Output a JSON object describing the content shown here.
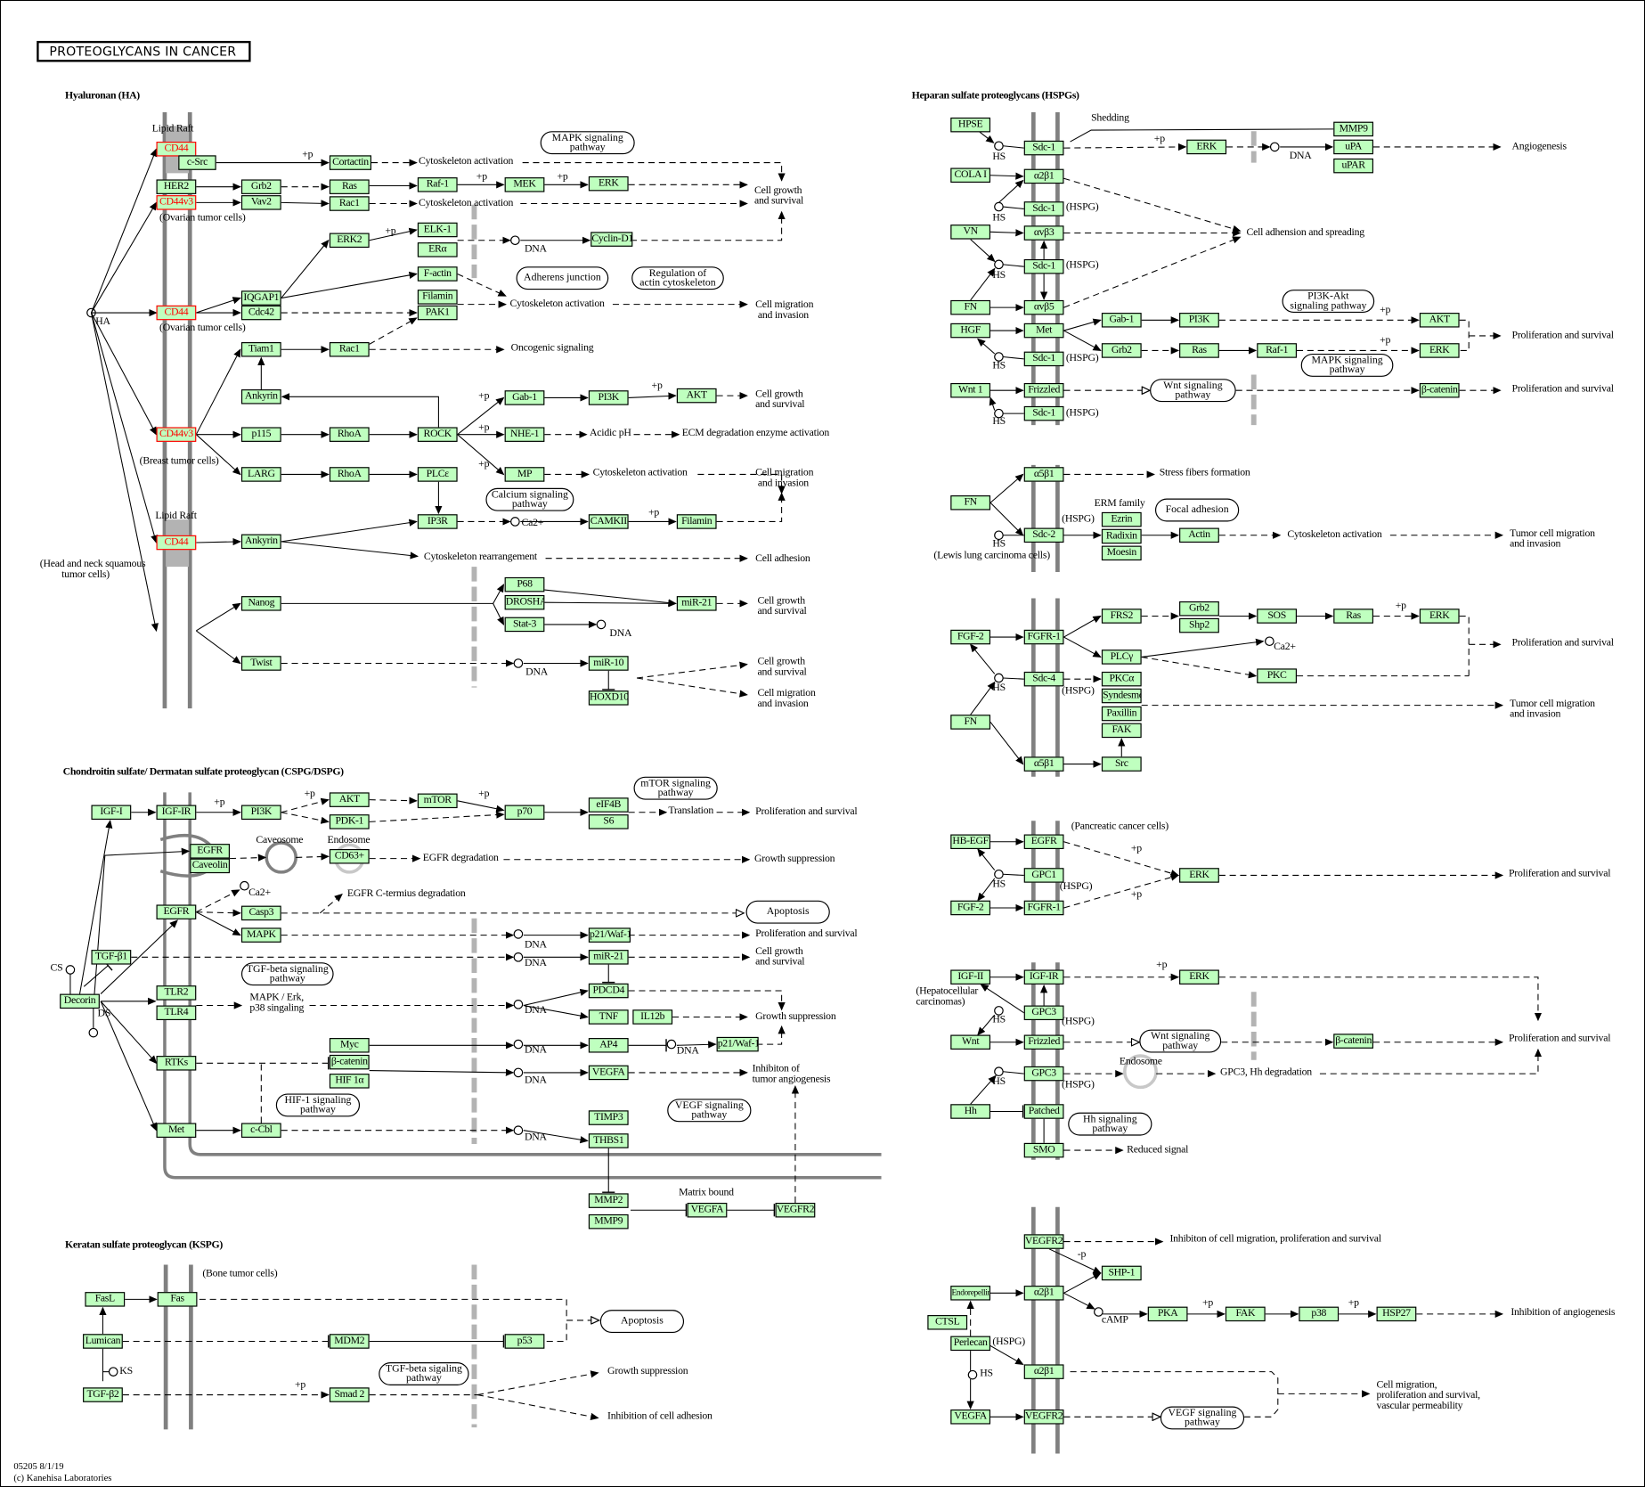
{
  "title": "PROTEOGLYCANS IN CANCER",
  "colors": {
    "gene_fill": "#bfffbf",
    "highlight": "#ff0000",
    "membrane": "#808080",
    "lipid_raft": "#b3b3b3"
  },
  "footer": {
    "id_date": "05205 8/1/19",
    "copyright": "(c) Kanehisa Laboratories"
  },
  "hyaluronan": {
    "heading": "Hyaluronan (HA)",
    "genes": [
      {
        "n": "CD44",
        "hl": true
      },
      {
        "n": "c-Src"
      },
      {
        "n": "HER2"
      },
      {
        "n": "CD44v3",
        "hl": true
      },
      {
        "n": "Grb2"
      },
      {
        "n": "Vav2"
      },
      {
        "n": "Cortactin"
      },
      {
        "n": "Ras"
      },
      {
        "n": "Rac1"
      },
      {
        "n": "Raf-1"
      },
      {
        "n": "MEK"
      },
      {
        "n": "ERK"
      },
      {
        "n": "ERK2"
      },
      {
        "n": "ELK-1"
      },
      {
        "n": "ERα"
      },
      {
        "n": "Cyclin-D1"
      },
      {
        "n": "F-actin"
      },
      {
        "n": "Filamin"
      },
      {
        "n": "PAK1"
      },
      {
        "n": "IQGAP1"
      },
      {
        "n": "Cdc42"
      },
      {
        "n": "CD44",
        "hl": true
      },
      {
        "n": "Tiam1"
      },
      {
        "n": "Rac1"
      },
      {
        "n": "Ankyrin"
      },
      {
        "n": "CD44v3",
        "hl": true
      },
      {
        "n": "p115"
      },
      {
        "n": "RhoA"
      },
      {
        "n": "ROCK"
      },
      {
        "n": "Gab-1"
      },
      {
        "n": "PI3K"
      },
      {
        "n": "AKT"
      },
      {
        "n": "NHE-1"
      },
      {
        "n": "LARG"
      },
      {
        "n": "RhoA"
      },
      {
        "n": "PLCε"
      },
      {
        "n": "MP"
      },
      {
        "n": "IP3R"
      },
      {
        "n": "CAMKII"
      },
      {
        "n": "Filamin"
      },
      {
        "n": "CD44",
        "hl": true
      },
      {
        "n": "Ankyrin"
      },
      {
        "n": "Nanog"
      },
      {
        "n": "P68"
      },
      {
        "n": "DROSHA"
      },
      {
        "n": "Stat-3"
      },
      {
        "n": "miR-21"
      },
      {
        "n": "Twist"
      },
      {
        "n": "miR-10"
      },
      {
        "n": "HOXD10"
      }
    ],
    "notes": [
      "Lipid Raft",
      "Lipid Raft",
      "(Ovarian tumor cells)",
      "(Ovarian tumor cells)",
      "(Breast tumor cells)",
      "(Head and neck squamous\n         tumor cells)",
      "HA",
      "Cytoskeleton activation",
      "Cytoskeleton activation",
      "Cell growth\nand survival",
      "DNA",
      "Cytoskeleton activation",
      "Cell migration\n and invasion",
      "Oncogenic signaling",
      "Cell growth\nand survival",
      "Acidic pH",
      "ECM degradation enzyme activation",
      "Cytoskeleton activation",
      "Cell migration\n and invasion",
      "Ca2+",
      "Cytoskeleton rearrangement",
      "Cell adhesion",
      "Cell growth\nand survival",
      "DNA",
      "DNA",
      "Cell growth\nand survival",
      "Cell migration\nand invasion",
      "+p",
      "+p",
      "+p",
      "+p",
      "+p",
      "+p",
      "+p",
      "+p",
      "+p"
    ],
    "pathways": [
      "MAPK signaling\npathway",
      "Adherens junction",
      "Regulation of\nactin cytoskeleton",
      "Calcium signaling\npathway"
    ]
  },
  "cspg": {
    "heading": "Chondroitin sulfate/ Dermatan sulfate proteoglycan (CSPG/DSPG)",
    "genes": [
      {
        "n": "IGF-I"
      },
      {
        "n": "IGF-IR"
      },
      {
        "n": "PI3K"
      },
      {
        "n": "AKT"
      },
      {
        "n": "PDK-1"
      },
      {
        "n": "mTOR"
      },
      {
        "n": "p70"
      },
      {
        "n": "eIF4B"
      },
      {
        "n": "S6"
      },
      {
        "n": "EGFR"
      },
      {
        "n": "Caveolin"
      },
      {
        "n": "CD63+"
      },
      {
        "n": "EGFR"
      },
      {
        "n": "Casp3"
      },
      {
        "n": "MAPK"
      },
      {
        "n": "p21/Waf-1"
      },
      {
        "n": "TGF-β1"
      },
      {
        "n": "miR-21"
      },
      {
        "n": "Decorin"
      },
      {
        "n": "TLR2"
      },
      {
        "n": "TLR4"
      },
      {
        "n": "PDCD4"
      },
      {
        "n": "TNF"
      },
      {
        "n": "IL12b"
      },
      {
        "n": "RTKs"
      },
      {
        "n": "Myc"
      },
      {
        "n": "β-catenin"
      },
      {
        "n": "HIF 1α"
      },
      {
        "n": "AP4"
      },
      {
        "n": "p21/Waf-1"
      },
      {
        "n": "VEGFA"
      },
      {
        "n": "Met"
      },
      {
        "n": "c-Cbl"
      },
      {
        "n": "TIMP3"
      },
      {
        "n": "THBS1"
      },
      {
        "n": "MMP2"
      },
      {
        "n": "MMP9"
      },
      {
        "n": "VEGFA"
      },
      {
        "n": "VEGFR2"
      }
    ],
    "notes": [
      "+p",
      "+p",
      "+p",
      "Translation",
      "Proliferation and survival",
      "Caveosome",
      "Endosome",
      "EGFR degradation",
      "Growth suppression",
      "Ca2+",
      "EGFR C-termius degradation",
      "Proliferation and survival",
      "DNA",
      "DNA",
      "Cell growth\nand survival",
      "CS",
      "DS",
      "MAPK / Erk,\np38 singaling",
      "DNA",
      "Growth suppression",
      "DNA",
      "DNA",
      "Inhibiton of\ntumor angiogenesis",
      "DNA",
      "DNA",
      "Matrix bound"
    ],
    "pathways": [
      "mTOR signaling\npathway",
      "Apoptosis",
      "TGF-beta signaling\npathway",
      "HIF-1 signaling\npathway",
      "VEGF signaling\npathway"
    ]
  },
  "kspg": {
    "heading": "Keratan sulfate proteoglycan (KSPG)",
    "genes": [
      {
        "n": "FasL"
      },
      {
        "n": "Fas"
      },
      {
        "n": "Lumican"
      },
      {
        "n": "MDM2"
      },
      {
        "n": "p53"
      },
      {
        "n": "TGF-β2"
      },
      {
        "n": "Smad 2"
      }
    ],
    "notes": [
      "(Bone tumor cells)",
      "KS",
      "+p",
      "Growth suppression",
      "Inhibition of cell adhesion"
    ],
    "pathways": [
      "Apoptosis",
      "TGF-beta sigaling\npathway"
    ]
  },
  "hspg": {
    "heading": "Heparan sulfate proteoglycans (HSPGs)",
    "genes": [
      {
        "n": "HPSE"
      },
      {
        "n": "Sdc-1"
      },
      {
        "n": "COLA I"
      },
      {
        "n": "α2β1"
      },
      {
        "n": "Sdc-1"
      },
      {
        "n": "VN"
      },
      {
        "n": "αvβ3"
      },
      {
        "n": "Sdc-1"
      },
      {
        "n": "FN"
      },
      {
        "n": "αvβ5"
      },
      {
        "n": "HGF"
      },
      {
        "n": "Met"
      },
      {
        "n": "Sdc-1"
      },
      {
        "n": "Wnt 1"
      },
      {
        "n": "Frizzled"
      },
      {
        "n": "Sdc-1"
      },
      {
        "n": "ERK"
      },
      {
        "n": "MMP9"
      },
      {
        "n": "uPA"
      },
      {
        "n": "uPAR"
      },
      {
        "n": "Gab-1"
      },
      {
        "n": "PI3K"
      },
      {
        "n": "AKT"
      },
      {
        "n": "Grb2"
      },
      {
        "n": "Ras"
      },
      {
        "n": "Raf-1"
      },
      {
        "n": "ERK"
      },
      {
        "n": "β-catenin"
      },
      {
        "n": "α5β1"
      },
      {
        "n": "FN"
      },
      {
        "n": "Sdc-2"
      },
      {
        "n": "Ezrin"
      },
      {
        "n": "Radixin"
      },
      {
        "n": "Moesin"
      },
      {
        "n": "Actin"
      },
      {
        "n": "FGF-2"
      },
      {
        "n": "FGFR-1"
      },
      {
        "n": "FRS2"
      },
      {
        "n": "Grb2"
      },
      {
        "n": "Shp2"
      },
      {
        "n": "SOS"
      },
      {
        "n": "Ras"
      },
      {
        "n": "ERK"
      },
      {
        "n": "PLCγ"
      },
      {
        "n": "PKC"
      },
      {
        "n": "Sdc-4"
      },
      {
        "n": "PKCα"
      },
      {
        "n": "Syndesmos"
      },
      {
        "n": "Paxillin"
      },
      {
        "n": "FAK"
      },
      {
        "n": "FN"
      },
      {
        "n": "α5β1"
      },
      {
        "n": "Src"
      },
      {
        "n": "HB-EGF"
      },
      {
        "n": "EGFR"
      },
      {
        "n": "GPC1"
      },
      {
        "n": "FGF-2"
      },
      {
        "n": "FGFR-1"
      },
      {
        "n": "ERK"
      },
      {
        "n": "IGF-II"
      },
      {
        "n": "IGF-IR"
      },
      {
        "n": "ERK"
      },
      {
        "n": "GPC3"
      },
      {
        "n": "Wnt"
      },
      {
        "n": "Frizzled"
      },
      {
        "n": "β-catenin"
      },
      {
        "n": "GPC3"
      },
      {
        "n": "Hh"
      },
      {
        "n": "Patched"
      },
      {
        "n": "SMO"
      },
      {
        "n": "VEGFR2"
      },
      {
        "n": "SHP-1"
      },
      {
        "n": "Endorepellin"
      },
      {
        "n": "α2β1"
      },
      {
        "n": "CTSL"
      },
      {
        "n": "Perlecan"
      },
      {
        "n": "PKA"
      },
      {
        "n": "FAK"
      },
      {
        "n": "p38"
      },
      {
        "n": "HSP27"
      },
      {
        "n": "α2β1"
      },
      {
        "n": "VEGFA"
      },
      {
        "n": "VEGFR2"
      }
    ],
    "notes": [
      "Shedding",
      "HS",
      "HS",
      "HS",
      "HS",
      "HS",
      "(HSPG)",
      "(HSPG)",
      "(HSPG)",
      "(HSPG)",
      "+p",
      "DNA",
      "Angiogenesis",
      "Cell adhension and spreading",
      "+p",
      "+p",
      "Proliferation and survival",
      "Proliferation and survival",
      "Stress fibers formation",
      "ERM family",
      "(HSPG)",
      "HS",
      "(Lewis lung carcinoma cells)",
      "Cytoskeleton activation",
      "Tumor cell migration\nand invasion",
      "+p",
      "Ca2+",
      "HS",
      "(HSPG)",
      "Proliferation and survival",
      "Tumor cell migration\nand invasion",
      "(Pancreatic cancer cells)",
      "+p",
      "HS",
      "(HSPG)",
      "+p",
      "Proliferation and survival",
      "+p",
      "(Hepatocellular\ncarcinomas)",
      "HS",
      "(HSPG)",
      "Proliferation and survival",
      "Endosome",
      "GPC3, Hh degradation",
      "HS",
      "(HSPG)",
      "Reduced signal",
      "Inhibiton of cell migration, proliferation and survival",
      "-p",
      "+p",
      "+p",
      "cAMP",
      "Inhibition of angiogenesis",
      "(HSPG)",
      "HS",
      "Cell migration,\nproliferation and survival,\nvascular permeability"
    ],
    "pathways": [
      "PI3K-Akt\nsignaling pathway",
      "MAPK signaling\npathway",
      "Wnt signaling\npathway",
      "Focal adhesion",
      "Wnt signaling\npathway",
      "Hh signaling\npathway",
      "VEGF signaling\npathway"
    ]
  }
}
